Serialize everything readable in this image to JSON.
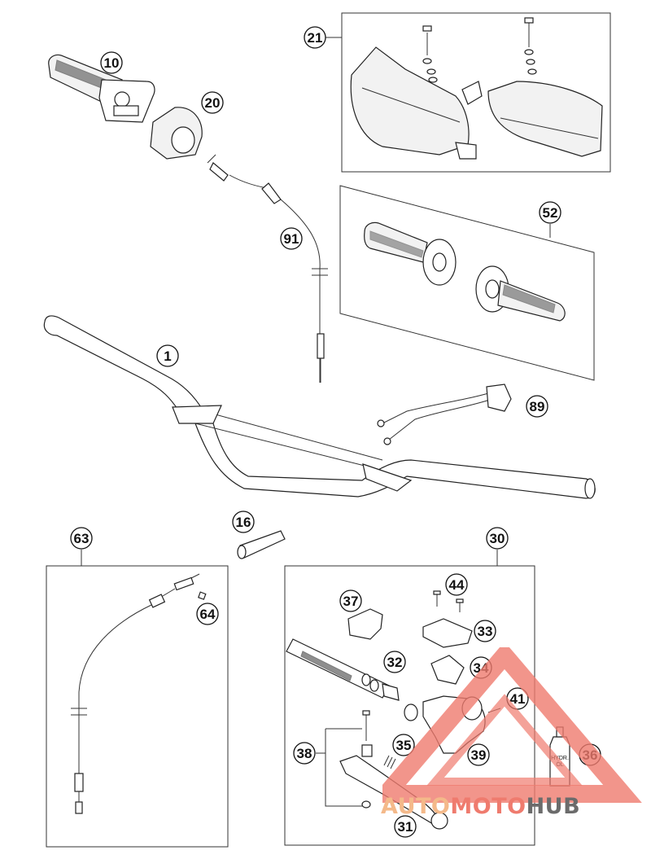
{
  "diagram": {
    "callouts": [
      "1",
      "10",
      "16",
      "20",
      "21",
      "30",
      "31",
      "32",
      "33",
      "34",
      "35",
      "36",
      "37",
      "38",
      "39",
      "41",
      "44",
      "52",
      "63",
      "64",
      "89",
      "91"
    ],
    "colors": {
      "line": "#333333",
      "watermark_red": "#ef7b6e",
      "watermark_orange": "#f4b98a",
      "watermark_gray": "#6b6b6b"
    }
  },
  "oil_bottle": {
    "label_line1": "HYDR.",
    "label_line2": "ÖL"
  },
  "watermark": {
    "part1": "AUTO",
    "part2": "MOTO",
    "part3": "HUB"
  }
}
